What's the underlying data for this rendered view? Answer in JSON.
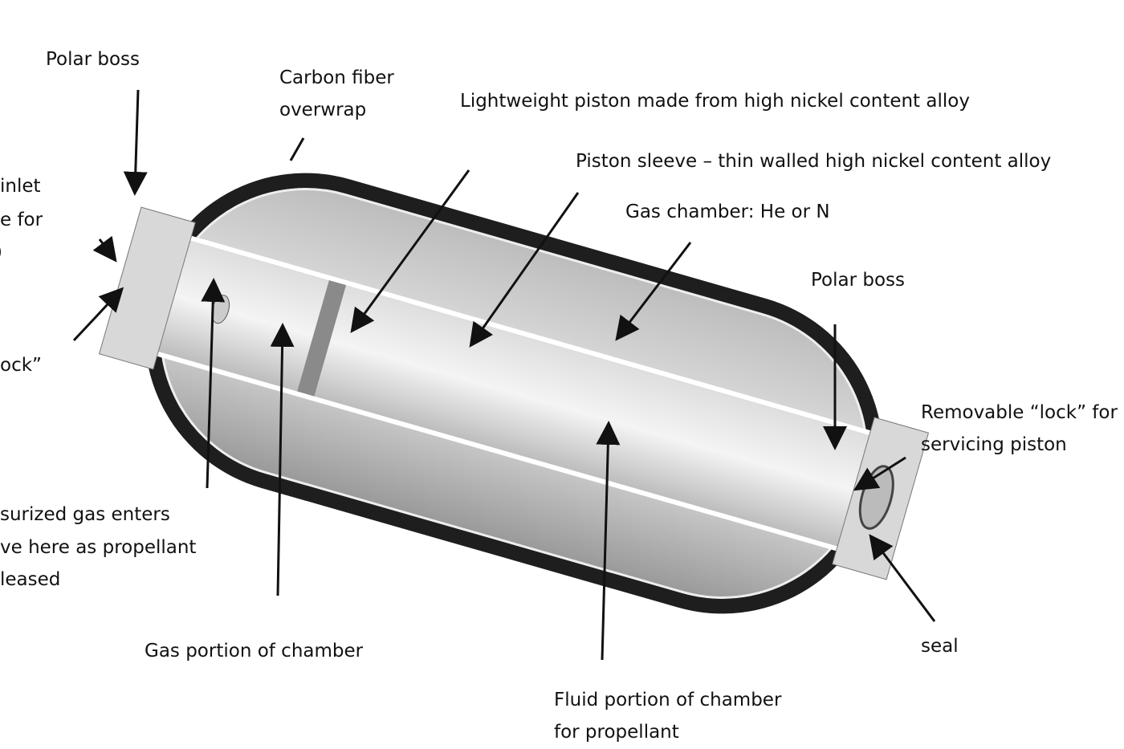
{
  "labels": {
    "polar_boss_left": "Polar boss",
    "carbon_fiber_1": "Carbon fiber",
    "carbon_fiber_2": "overwrap",
    "piston": "Lightweight piston made from high nickel content alloy",
    "sleeve": "Piston sleeve – thin walled high nickel content alloy",
    "gas_chamber": "Gas chamber: He or N",
    "polar_boss_right": "Polar boss",
    "inlet_1": "inlet",
    "inlet_2": "e for",
    "inlet_3": ")",
    "lock_left": "ock”",
    "gas_enters_1": "surized gas enters",
    "gas_enters_2": "ve here as propellant",
    "gas_enters_3": "leased",
    "lock_right_1": "Removable “lock” for",
    "lock_right_2": "servicing piston",
    "gas_portion": "Gas portion of chamber",
    "seal": "seal",
    "fluid_portion_1": "Fluid portion of chamber",
    "fluid_portion_2": "for propellant"
  }
}
